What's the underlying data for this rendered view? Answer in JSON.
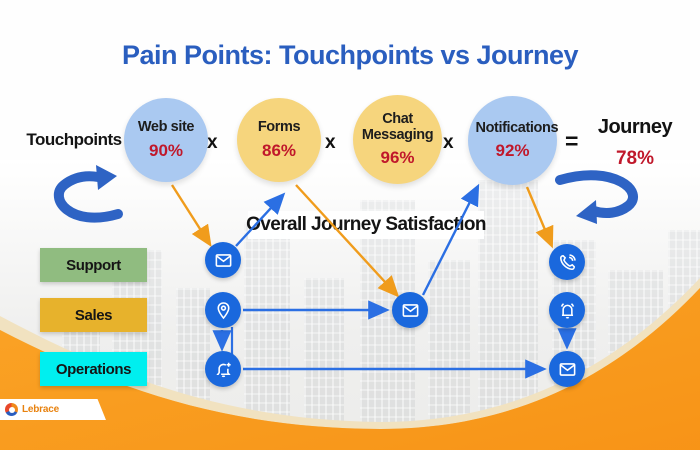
{
  "slide": {
    "title": "Pain Points: Touchpoints vs Journey",
    "touchpoints_label": "Touchpoints",
    "multiply_sign": "x",
    "equals_sign": "=",
    "journey_label": "Journey",
    "journey_value": "78%",
    "overall_caption": "Overall Journey Satisfaction"
  },
  "touchpoints": [
    {
      "name": "Web site",
      "value": "90%",
      "color": "#aac9f1"
    },
    {
      "name": "Forms",
      "value": "86%",
      "color": "#f6d57d"
    },
    {
      "name": "Chat Messaging",
      "value": "96%",
      "color": "#f6d57d"
    },
    {
      "name": "Notifications",
      "value": "92%",
      "color": "#aac9f1"
    }
  ],
  "departments": [
    {
      "label": "Support",
      "color": "#90bc80"
    },
    {
      "label": "Sales",
      "color": "#e7b22c"
    },
    {
      "label": "Operations",
      "color": "#00efef"
    }
  ],
  "icons": {
    "support_channel": "email-icon",
    "sales_channel": "location-pin-icon",
    "operations_channel": "bell-plus-icon",
    "journey_center": "email-icon",
    "notifications_channel": "phone-in-talk-icon",
    "alerts_channel": "bell-ringing-icon",
    "journey_end": "email-icon",
    "loop_left": "cycle-arrow-icon",
    "loop_right": "cycle-arrow-icon"
  },
  "logo": {
    "text": "Lebrace"
  },
  "colors": {
    "title": "#2a5ebf",
    "percent_red": "#c0182b",
    "icon_badge_blue": "#1a68dd",
    "arrow_orange": "#f09c1c",
    "arrow_blue": "#2b6fe3",
    "loop_blue": "#2e63c4",
    "swoosh_orange": "#f99c1d",
    "swoosh_edge_cream": "#f1e2c0"
  }
}
